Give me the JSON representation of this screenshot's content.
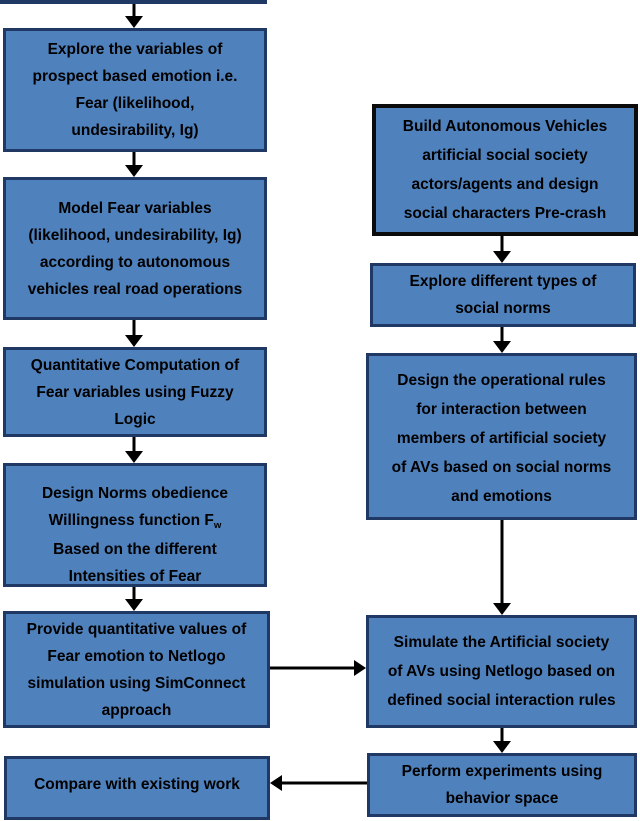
{
  "diagram": {
    "type": "flowchart",
    "colors": {
      "box_fill": "#4f81bd",
      "box_border": "#1f3864",
      "emphasis_box_border": "#0b0b0b",
      "arrow": "#000000",
      "text": "#000000",
      "background": "#ffffff"
    },
    "left_column": {
      "explore_variables": "Explore the variables of\nprospect based emotion i.e.\nFear (likelihood,\nundesirability, Ig)",
      "model_fear": "Model Fear variables\n(likelihood, undesirability, Ig)\naccording to autonomous\nvehicles real road operations",
      "quantitative_computation": "Quantitative Computation of\nFear variables using Fuzzy\nLogic",
      "design_norms": {
        "pre": "Design Norms obedience\nWillingness function F",
        "sub": "w",
        "post": "\nBased on the different\nIntensities of Fear"
      },
      "provide_values": "Provide quantitative values of\nFear emotion to Netlogo\nsimulation using SimConnect\napproach",
      "compare": "Compare with existing work"
    },
    "right_column": {
      "build_avs": "Build Autonomous Vehicles\nartificial social society\nactors/agents and design\nsocial characters Pre-crash",
      "explore_norms": "Explore different types of\nsocial norms",
      "design_rules": "Design the operational rules\nfor interaction between\nmembers of artificial society\nof AVs based on social norms\nand emotions",
      "simulate": "Simulate the Artificial society\nof AVs using Netlogo based on\ndefined social interaction rules",
      "perform_experiments": "Perform experiments using\nbehavior space"
    }
  }
}
